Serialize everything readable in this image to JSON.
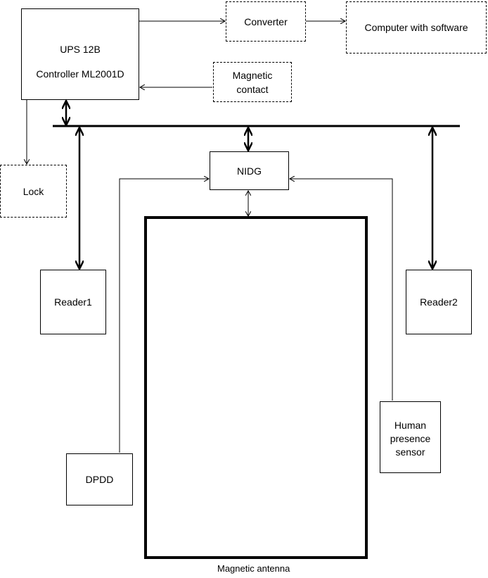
{
  "controller": {
    "line1": "UPS  12B",
    "line2": "Controller ML2001D"
  },
  "converter": {
    "label": "Converter"
  },
  "computer": {
    "label": "Computer with software"
  },
  "magnetic_contact": {
    "line1": "Magnetic",
    "line2": "contact"
  },
  "lock": {
    "label": "Lock"
  },
  "nidg": {
    "label": "NIDG"
  },
  "reader1": {
    "label": "Reader1"
  },
  "reader2": {
    "label": "Reader2"
  },
  "human_sensor": {
    "line1": "Human",
    "line2": "presence",
    "line3": "sensor"
  },
  "dpdd": {
    "label": "DPDD"
  },
  "antenna": {
    "caption": "Magnetic antenna"
  }
}
